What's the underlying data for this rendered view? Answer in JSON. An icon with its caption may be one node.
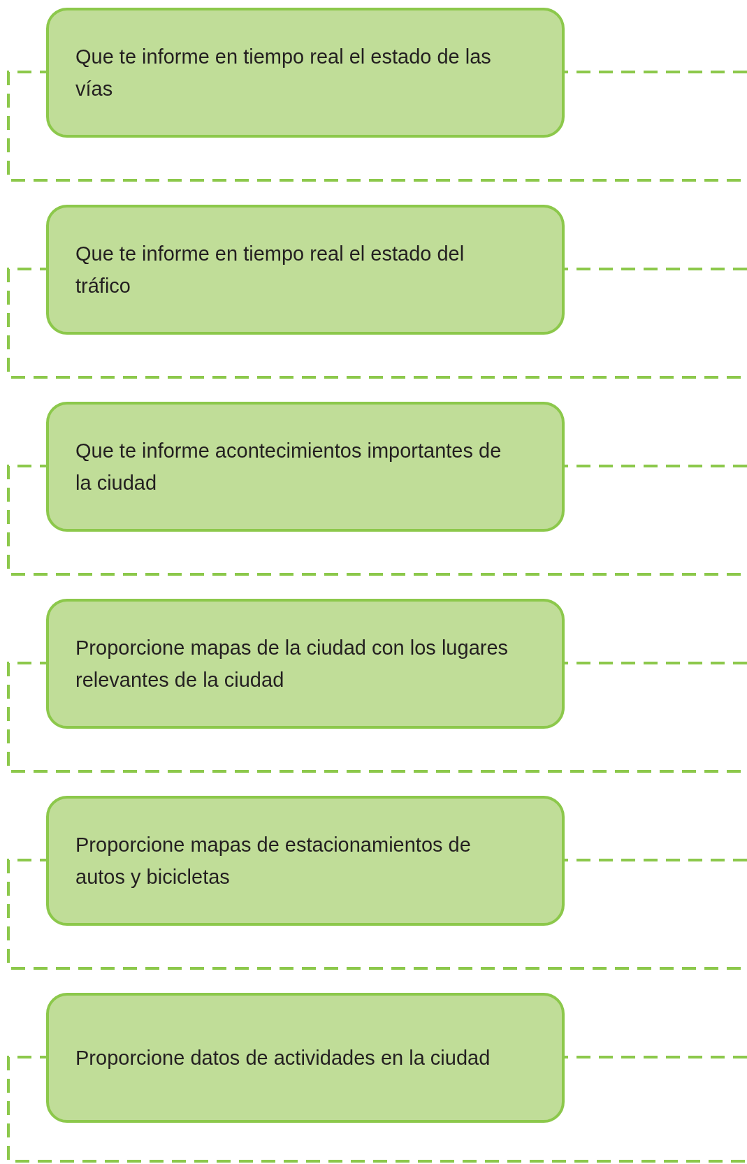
{
  "diagram": {
    "nodes": [
      {
        "text": [
          "Que te informe en tiempo real el estado de las vías"
        ]
      },
      {
        "text": [
          "Que te informe en tiempo real el estado del tráfico"
        ]
      },
      {
        "text": [
          "Que te informe acontecimientos importantes de la ciudad"
        ]
      },
      {
        "text": [
          "Proporcione mapas de la ciudad con los lugares relevantes de la ciudad"
        ]
      },
      {
        "text": [
          "Proporcione mapas de estacionamientos de autos y bicicletas"
        ]
      },
      {
        "text": [
          "Proporcione datos de actividades en la ciudad"
        ]
      }
    ]
  }
}
